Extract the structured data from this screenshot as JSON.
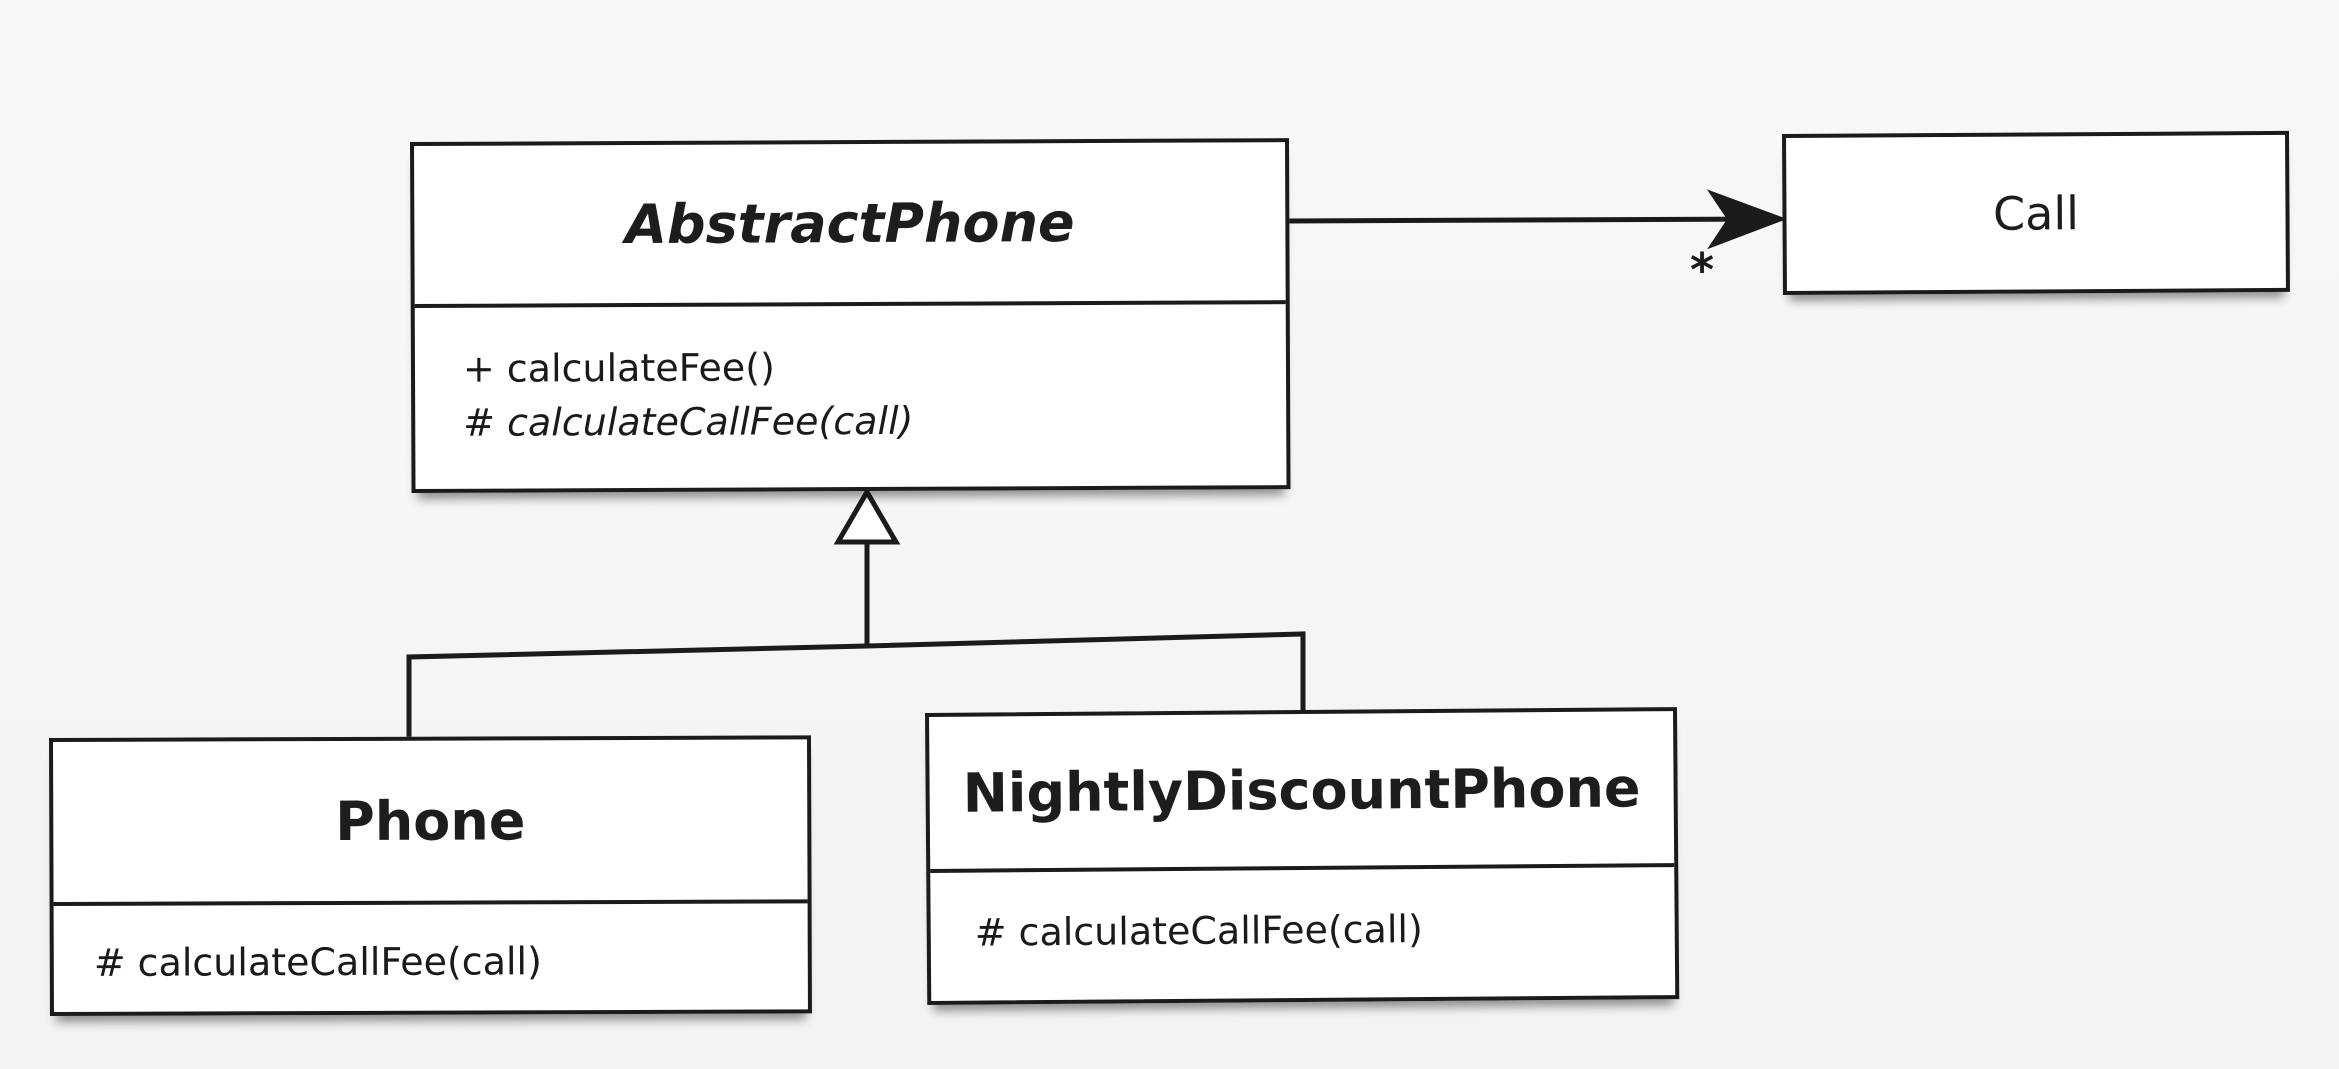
{
  "diagram": {
    "classes": {
      "abstract_phone": {
        "name": "AbstractPhone",
        "methods": [
          {
            "prefix": "+",
            "signature": "calculateFee()",
            "italic": false
          },
          {
            "prefix": "#",
            "signature": "calculateCallFee(call)",
            "italic": true
          }
        ]
      },
      "call": {
        "name": "Call"
      },
      "phone": {
        "name": "Phone",
        "methods": [
          {
            "prefix": "#",
            "signature": "calculateCallFee(call)",
            "italic": false
          }
        ]
      },
      "nightly_discount_phone": {
        "name": "NightlyDiscountPhone",
        "methods": [
          {
            "prefix": "#",
            "signature": "calculateCallFee(call)",
            "italic": false
          }
        ]
      }
    },
    "association": {
      "multiplicity": "*"
    },
    "colors": {
      "line": "#1b1b1b",
      "box_fill": "#ffffff",
      "background": "#f6f6f4"
    }
  }
}
